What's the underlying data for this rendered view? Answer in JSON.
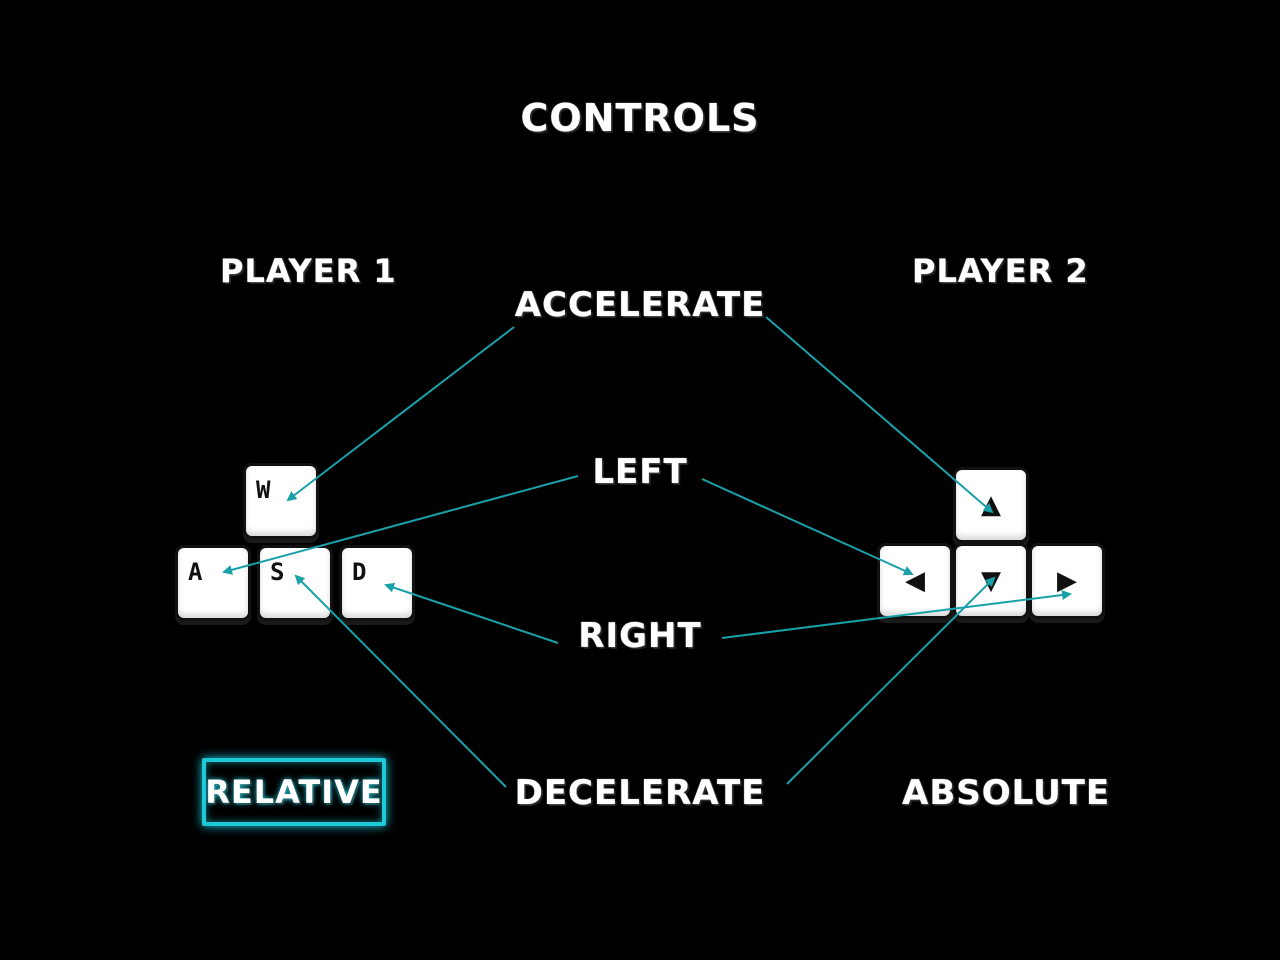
{
  "title": "Controls",
  "player1": {
    "label": "Player 1",
    "mode": "Relative",
    "keys": {
      "up": "W",
      "left": "A",
      "down": "S",
      "right": "D"
    }
  },
  "player2": {
    "label": "Player 2",
    "mode": "Absolute",
    "keys": {
      "up": "▲",
      "left": "◀",
      "down": "▼",
      "right": "▶"
    }
  },
  "actions": {
    "accelerate": "Accelerate",
    "left": "Left",
    "right": "Right",
    "decelerate": "Decelerate"
  },
  "colors": {
    "background": "#000000",
    "accent": "#1ec8d8",
    "arrow": "#1aa0a8",
    "text": "#ffffff"
  }
}
